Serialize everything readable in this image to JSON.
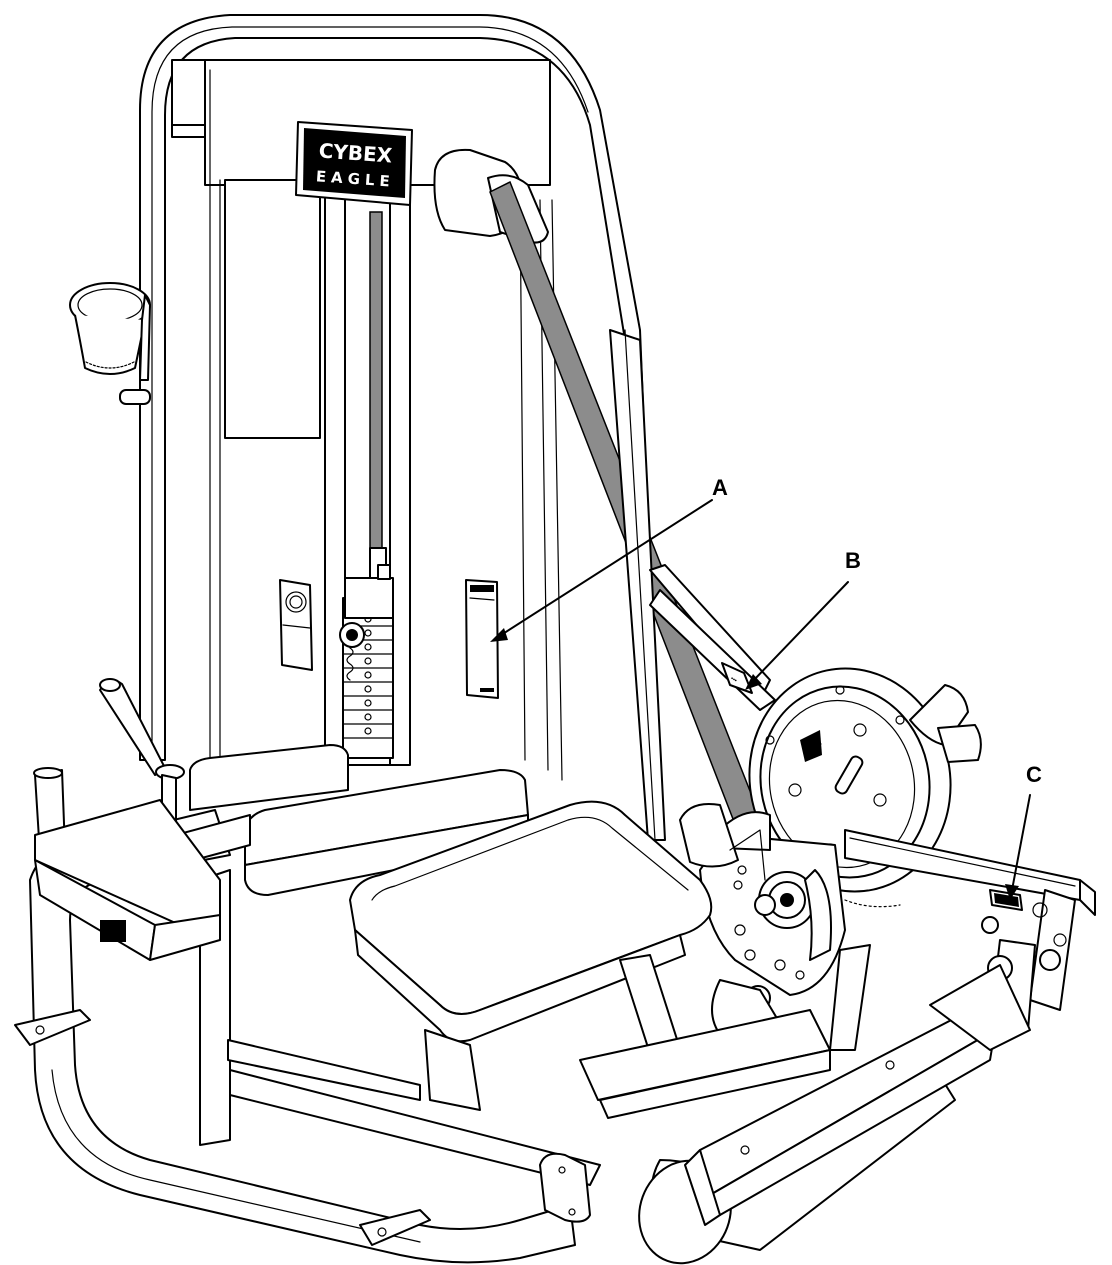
{
  "diagram": {
    "callouts": [
      {
        "id": "A",
        "label": "A"
      },
      {
        "id": "B",
        "label": "B"
      },
      {
        "id": "C",
        "label": "C"
      }
    ],
    "logo": {
      "brand": "CYBEX",
      "line2": "EAGLE"
    },
    "colors": {
      "line": "#000000",
      "belt": "#8c8c8c",
      "background": "#ffffff"
    }
  }
}
